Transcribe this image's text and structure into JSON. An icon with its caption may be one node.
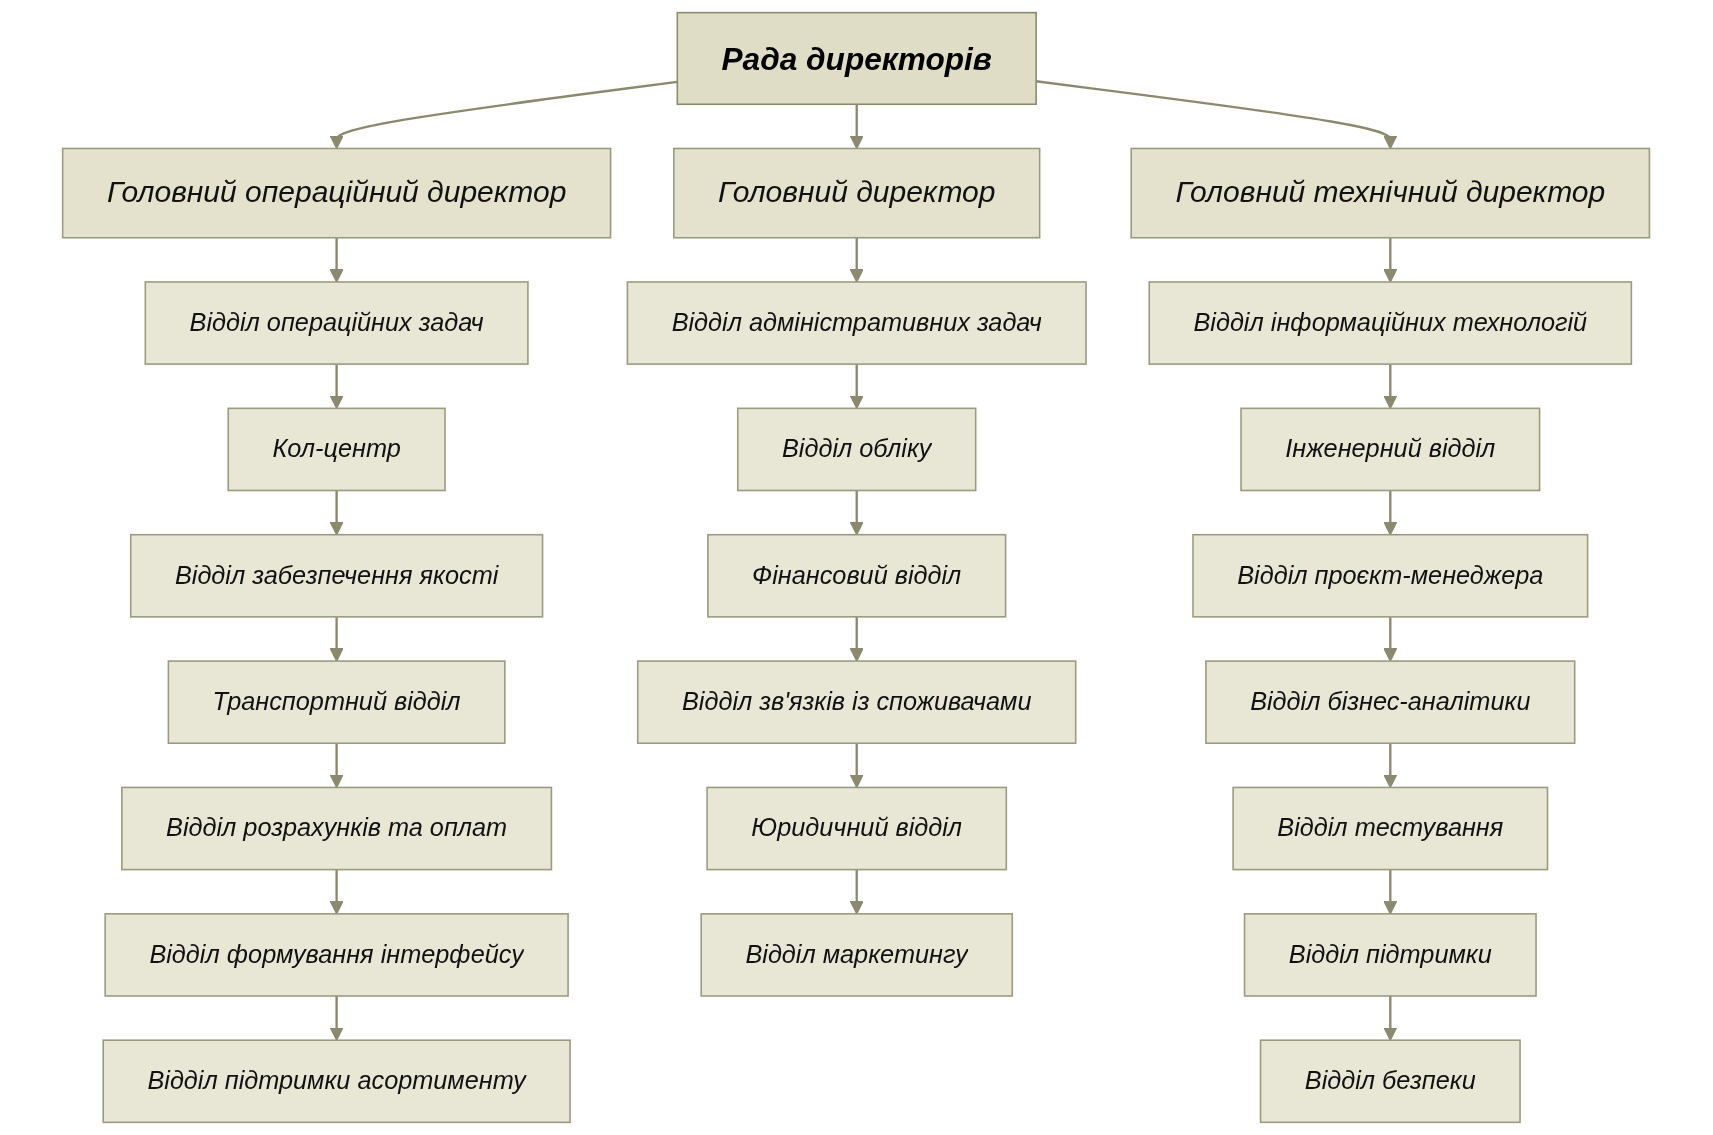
{
  "diagram": {
    "nodes": [
      {
        "text": [
          "Рада директорів"
        ]
      },
      {
        "text": [
          "Головний операційний директор"
        ]
      },
      {
        "text": [
          "Головний директор"
        ]
      },
      {
        "text": [
          "Головний технічний директор"
        ]
      },
      {
        "text": [
          "Відділ операційних задач"
        ]
      },
      {
        "text": [
          "Кол-центр"
        ]
      },
      {
        "text": [
          "Відділ забезпечення якості"
        ]
      },
      {
        "text": [
          "Транспортний відділ"
        ]
      },
      {
        "text": [
          "Відділ розрахунків та оплат"
        ]
      },
      {
        "text": [
          "Відділ формування інтерфейсу"
        ]
      },
      {
        "text": [
          "Відділ підтримки асортименту"
        ]
      },
      {
        "text": [
          "Відділ адміністративних задач"
        ]
      },
      {
        "text": [
          "Відділ обліку"
        ]
      },
      {
        "text": [
          "Фінансовий відділ"
        ]
      },
      {
        "text": [
          "Відділ зв'язків із споживачами"
        ]
      },
      {
        "text": [
          "Юридичний відділ"
        ]
      },
      {
        "text": [
          "Відділ маркетингу"
        ]
      },
      {
        "text": [
          "Відділ інформаційних технологій"
        ]
      },
      {
        "text": [
          "Інженерний відділ"
        ]
      },
      {
        "text": [
          "Відділ проєкт-менеджера"
        ]
      },
      {
        "text": [
          "Відділ бізнес-аналітики"
        ]
      },
      {
        "text": [
          "Відділ тестування"
        ]
      },
      {
        "text": [
          "Відділ підтримки"
        ]
      },
      {
        "text": [
          "Відділ безпеки"
        ]
      }
    ],
    "edges": [
      {
        "from": 0,
        "to": 1,
        "arrow": "to"
      },
      {
        "from": 0,
        "to": 2,
        "arrow": "to"
      },
      {
        "from": 0,
        "to": 3,
        "arrow": "to"
      },
      {
        "from": 1,
        "to": 4,
        "arrow": "to"
      },
      {
        "from": 4,
        "to": 5,
        "arrow": "to"
      },
      {
        "from": 5,
        "to": 6,
        "arrow": "to"
      },
      {
        "from": 6,
        "to": 7,
        "arrow": "to"
      },
      {
        "from": 7,
        "to": 8,
        "arrow": "to"
      },
      {
        "from": 8,
        "to": 9,
        "arrow": "to"
      },
      {
        "from": 9,
        "to": 10,
        "arrow": "to"
      },
      {
        "from": 2,
        "to": 11,
        "arrow": "to"
      },
      {
        "from": 11,
        "to": 12,
        "arrow": "to"
      },
      {
        "from": 12,
        "to": 13,
        "arrow": "to"
      },
      {
        "from": 13,
        "to": 14,
        "arrow": "to"
      },
      {
        "from": 14,
        "to": 15,
        "arrow": "to"
      },
      {
        "from": 15,
        "to": 16,
        "arrow": "to"
      },
      {
        "from": 3,
        "to": 17,
        "arrow": "to"
      },
      {
        "from": 17,
        "to": 18,
        "arrow": "to"
      },
      {
        "from": 18,
        "to": 19,
        "arrow": "to"
      },
      {
        "from": 19,
        "to": 20,
        "arrow": "to"
      },
      {
        "from": 20,
        "to": 21,
        "arrow": "to"
      },
      {
        "from": 21,
        "to": 22,
        "arrow": "to"
      },
      {
        "from": 22,
        "to": 23,
        "arrow": "to"
      }
    ]
  }
}
